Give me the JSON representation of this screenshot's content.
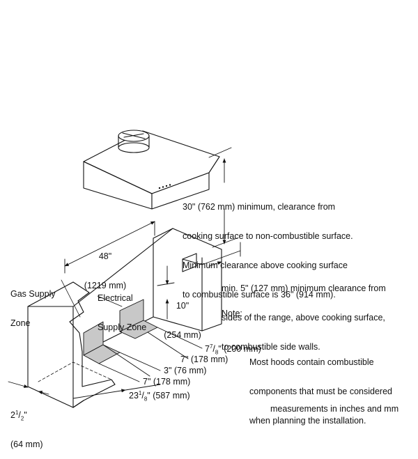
{
  "hood_clearance_note": {
    "line1": "30\" (762 mm) minimum, clearance from",
    "line2": "cooking surface to non-combustible surface.",
    "line3": "Minimum clearance above cooking surface",
    "line4": "to combustible surface is 36\" (914 mm)."
  },
  "width_dim": {
    "inches": "48\"",
    "mm": "(1219 mm)"
  },
  "gas_zone": {
    "line1": "Gas Supply",
    "line2": "Zone"
  },
  "electrical_zone": {
    "line1": "Electrical",
    "line2": "Supply Zone"
  },
  "height_dim": {
    "inches": "10\"",
    "mm": "(254 mm)"
  },
  "side_clearance_note": {
    "line1": "min. 5\" (127 mm) minimum clearance from",
    "line2": "sides of the range, above cooking surface,",
    "line3": "to combustible side walls."
  },
  "note": {
    "prefix": "Note:",
    "line1": "Most hoods contain combustible",
    "line2": "components that must be considered",
    "line3": "when planning the installation."
  },
  "dim_7_7_8": {
    "whole": "7",
    "num": "7",
    "den": "8",
    "rest": "\" (200 mm)"
  },
  "dim_7a": {
    "text": "7\" (178 mm)"
  },
  "dim_3": {
    "text": "3\" (76 mm)"
  },
  "dim_7b": {
    "text": "7\" (178 mm)"
  },
  "dim_2_1_2": {
    "whole": "2",
    "num": "1",
    "den": "2",
    "rest": "\"",
    "mm": "(64 mm)"
  },
  "dim_23_1_8": {
    "whole": "23",
    "num": "1",
    "den": "8",
    "rest": "\" (587 mm)"
  },
  "footer": {
    "units_note": "measurements in inches and mm"
  }
}
